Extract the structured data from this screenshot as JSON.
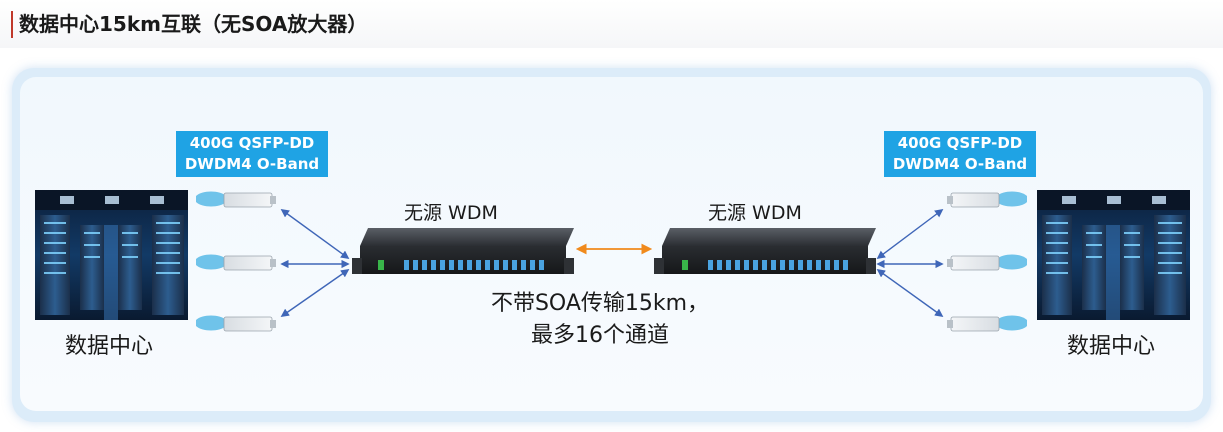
{
  "page_title": "数据中心15km互联（无SOA放大器）",
  "left": {
    "module_label_line1": "400G QSFP-DD",
    "module_label_line2": "DWDM4 O-Band",
    "datacenter_label": "数据中心",
    "wdm_label": "无源 WDM"
  },
  "right": {
    "module_label_line1": "400G QSFP-DD",
    "module_label_line2": "DWDM4 O-Band",
    "datacenter_label": "数据中心",
    "wdm_label": "无源 WDM"
  },
  "link_note": {
    "line1": "不带SOA传输15km，",
    "line2": "最多16个通道"
  },
  "colors": {
    "module_label_bg": "#1fa3e4",
    "fiber_link": "#3f66b8",
    "wdm_link": "#f08a1c",
    "title_accent": "#c0392b",
    "panel_bg": "#dcecf9"
  },
  "icons": {
    "server-room": "server-room-image",
    "transceiver": "qsfp-dd-transceiver-image",
    "wdm": "rack-wdm-unit-image"
  }
}
